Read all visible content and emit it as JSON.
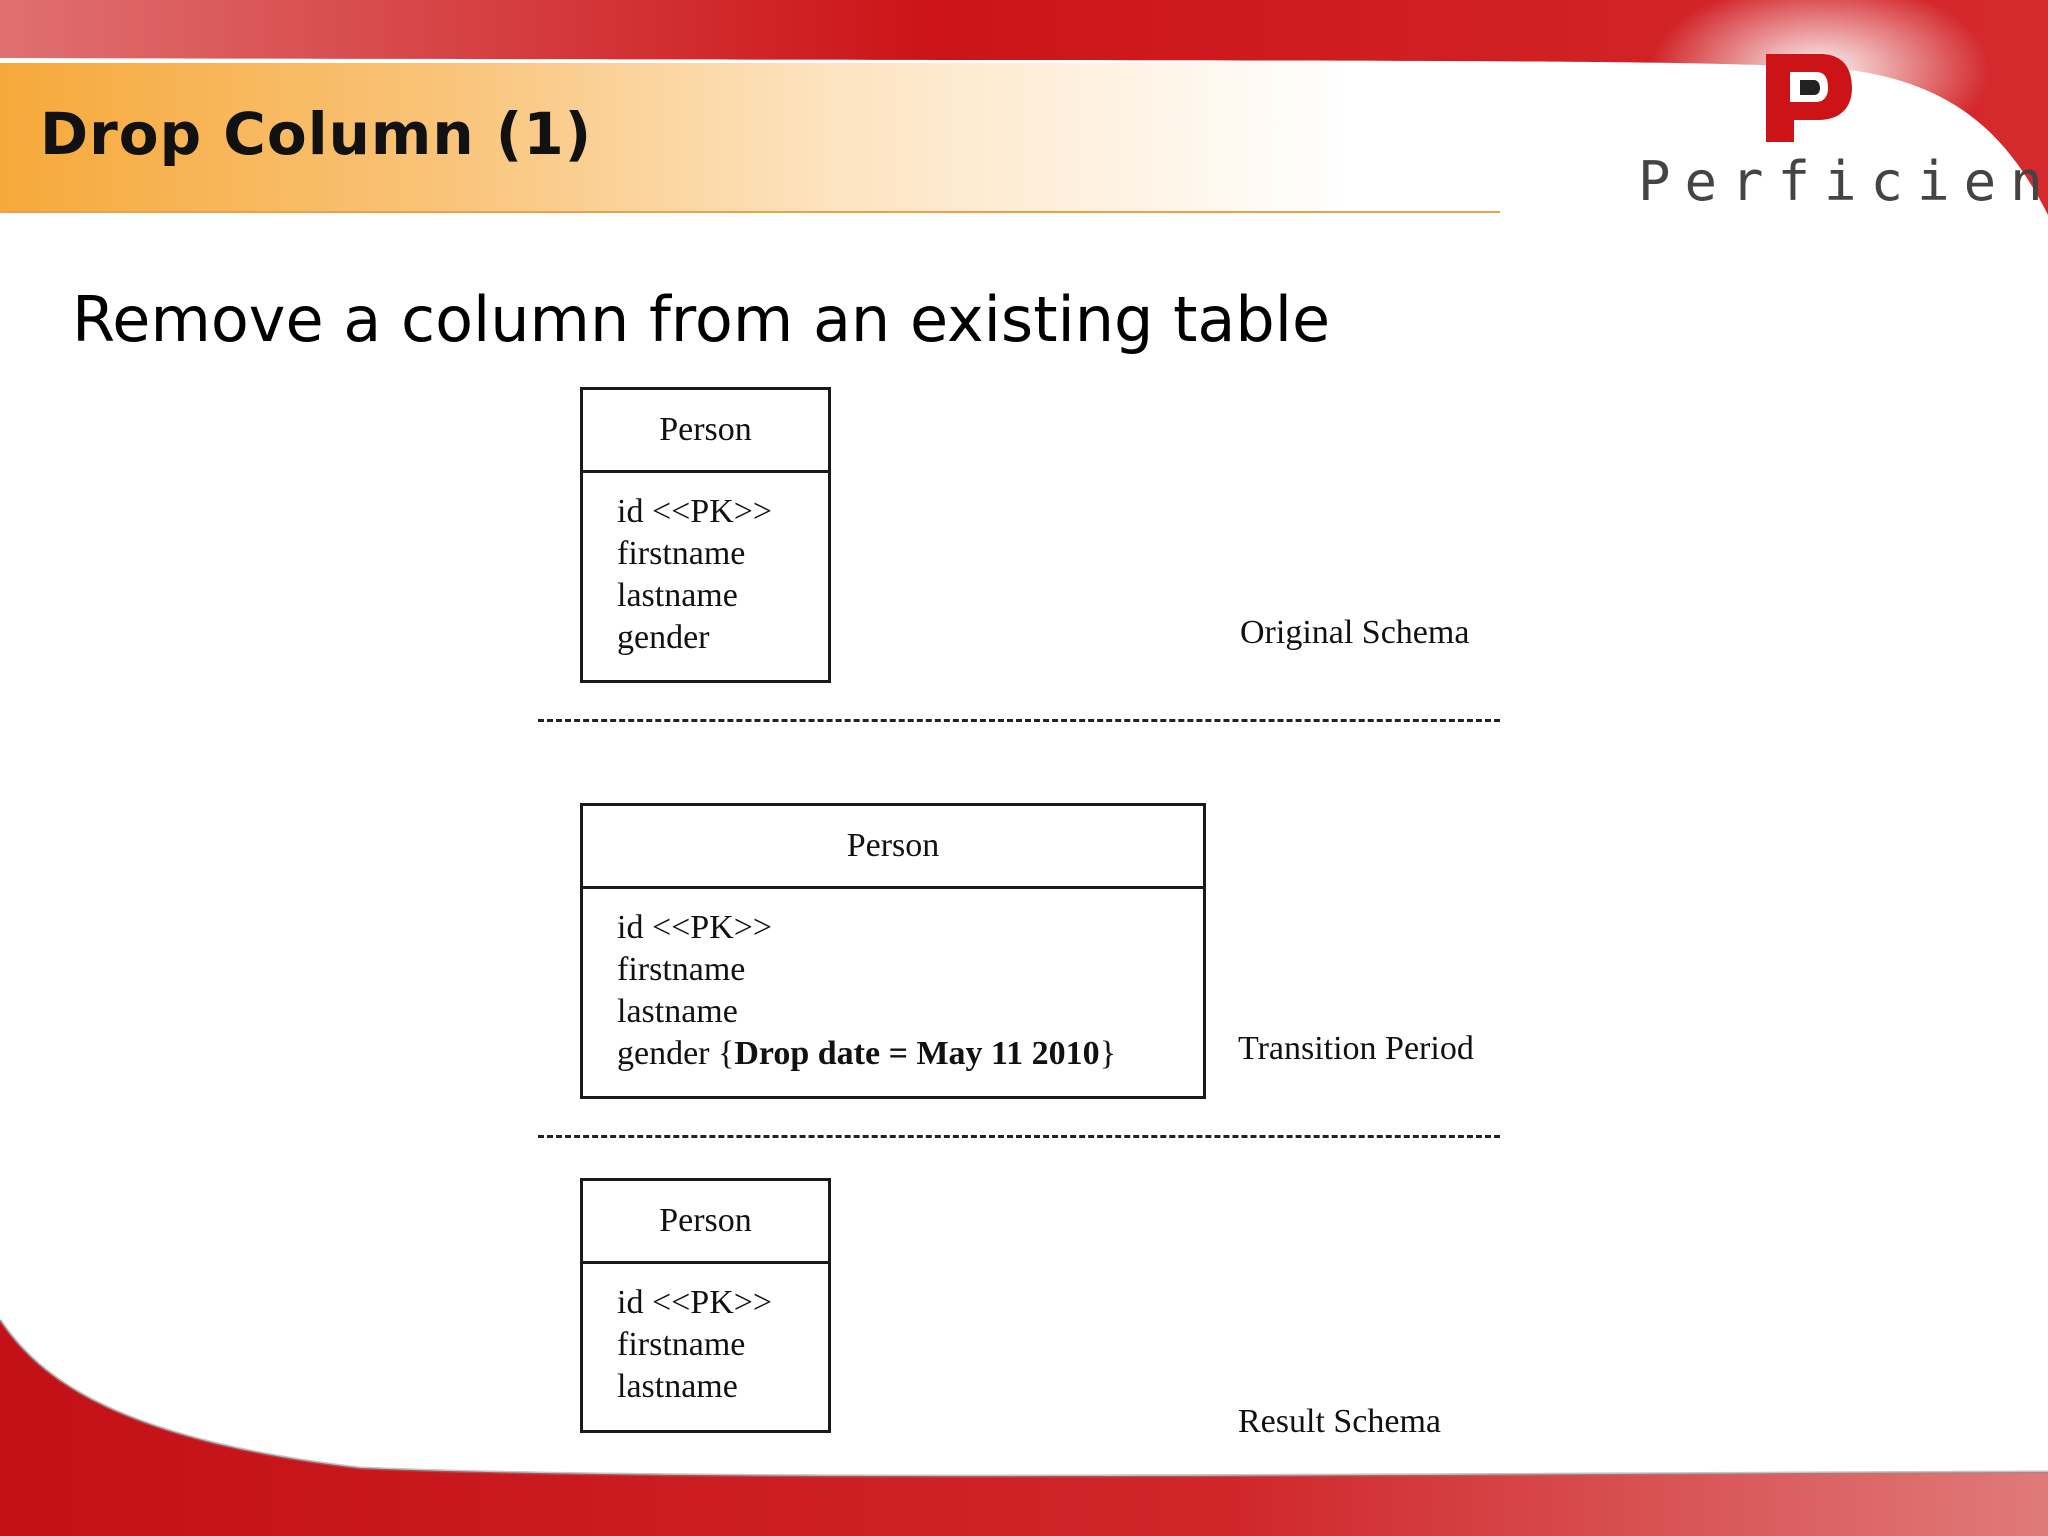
{
  "slide": {
    "title": "Drop Column (1)",
    "subtitle": "Remove a column from an existing table"
  },
  "logo": {
    "letter": "P",
    "wordmark": "Perficient"
  },
  "colors": {
    "brand_red": "#cc1418",
    "title_band": "#f6a93a"
  },
  "stages": [
    {
      "label": "Original Schema",
      "table": {
        "name": "Person",
        "columns": [
          "id <<PK>>",
          "firstname",
          "lastname",
          "gender"
        ]
      }
    },
    {
      "label": "Transition Period",
      "table": {
        "name": "Person",
        "columns": [
          "id <<PK>>",
          "firstname",
          "lastname"
        ],
        "annotated_column": {
          "prefix": "gender {",
          "annotation": "Drop date = May 11 2010",
          "suffix": "}"
        }
      }
    },
    {
      "label": "Result Schema",
      "table": {
        "name": "Person",
        "columns": [
          "id <<PK>>",
          "firstname",
          "lastname"
        ]
      }
    }
  ]
}
